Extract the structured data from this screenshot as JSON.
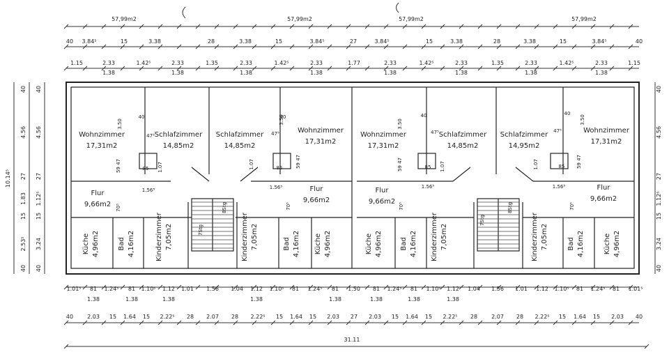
{
  "top_area_labels": [
    "57,99m2",
    "57,99m2",
    "57,99m2",
    "57,99m2"
  ],
  "top_dims_row1": [
    "40",
    "3.84⁵",
    "15",
    "3.38",
    "28",
    "3.38",
    "15",
    "3.84⁵",
    "27",
    "3.84⁵",
    "15",
    "3.38",
    "28",
    "3.38",
    "15",
    "3.84⁵",
    "40"
  ],
  "top_dims_row2_upper": [
    "1.15",
    "2.33",
    "1.42⁵",
    "2.33",
    "1.35",
    "2.33",
    "1.42⁵",
    "2.33",
    "1.77",
    "2.33",
    "1.42⁵",
    "2.33",
    "1.35",
    "2.33",
    "1.42⁵",
    "2.33",
    "1.15"
  ],
  "top_dims_row2_lower": [
    "1.38",
    "1.38",
    "1.38",
    "1.38",
    "1.38",
    "1.38",
    "1.38",
    "1.38"
  ],
  "bottom_dims_row1_upper": [
    "1.01⁵",
    "81",
    "1.24⁵",
    "81",
    "1.10⁵",
    "1.12",
    "1.01",
    "1.56",
    "1.04",
    "1.12",
    "1.10⁵",
    "81",
    "1.24⁵",
    "81",
    "1.50",
    "81",
    "1.24⁵",
    "81",
    "1.10⁵",
    "1.12",
    "1.04",
    "1.56",
    "1.01",
    "1.12",
    "1.10⁵",
    "81",
    "1.24⁵",
    "81",
    "1.01⁵"
  ],
  "bottom_dims_row1_lower": [
    "1.38",
    "1.38",
    "1.38",
    "1.38",
    "1.38",
    "1.38",
    "1.38",
    "1.38"
  ],
  "bottom_dims_row2": [
    "40",
    "2.03",
    "15",
    "1.64",
    "15",
    "2.22⁵",
    "28",
    "2.07",
    "28",
    "2.22⁵",
    "15",
    "1.64",
    "15",
    "2.03",
    "27",
    "2.03",
    "15",
    "1.64",
    "15",
    "2.22⁵",
    "28",
    "2.07",
    "28",
    "2.22⁵",
    "15",
    "1.64",
    "15",
    "2.03",
    "40"
  ],
  "total_length": "31.11",
  "left_dims_outer": [
    "40",
    "4.56",
    "27",
    "1.83",
    "15",
    "2.53⁵",
    "40"
  ],
  "left_dims_inner": [
    "40",
    "4.56",
    "27",
    "1.12⁵",
    "15",
    "3.24",
    "40"
  ],
  "left_total": "10.14⁵",
  "right_dims": [
    "40",
    "4.56",
    "27",
    "1.12⁵",
    "15",
    "3.24",
    "40"
  ],
  "rooms": [
    {
      "name": "Wohnzimmer",
      "area": "17,31m2"
    },
    {
      "name": "Schlafzimmer",
      "area": "14,85m2"
    },
    {
      "name": "Schlafzimmer",
      "area": "14,85m2"
    },
    {
      "name": "Wohnzimmer",
      "area": "17,31m2"
    },
    {
      "name": "Wohnzimmer",
      "area": "17,31m2"
    },
    {
      "name": "Schlafzimmer",
      "area": "14,85m2"
    },
    {
      "name": "Schlafzimmer",
      "area": "14,95m2"
    },
    {
      "name": "Wohnzimmer",
      "area": "17,31m2"
    },
    {
      "name": "Flur",
      "area": "9,66m2"
    },
    {
      "name": "Flur",
      "area": "9,66m2"
    },
    {
      "name": "Flur",
      "area": "9,66m2"
    },
    {
      "name": "Flur",
      "area": "9,66m2"
    },
    {
      "name": "Küche",
      "area": "4,96m2"
    },
    {
      "name": "Bad",
      "area": "4,16m2"
    },
    {
      "name": "Kinderzimmer",
      "area": "7,05m2"
    },
    {
      "name": "Kinderzimmer",
      "area": "7,05m2"
    },
    {
      "name": "Bad",
      "area": "4,16m2"
    },
    {
      "name": "Küche",
      "area": "4,96m2"
    },
    {
      "name": "Küche",
      "area": "4,96m2"
    },
    {
      "name": "Bad",
      "area": "4,16m2"
    },
    {
      "name": "Kinderzimmer",
      "area": "7,05m2"
    },
    {
      "name": "Kinderzimmer",
      "area": "7,05m2"
    },
    {
      "name": "Bad",
      "area": "4,16m2"
    },
    {
      "name": "Küche",
      "area": "4,96m2"
    }
  ],
  "misc_labels": {
    "d350": "3.50",
    "d40": "40",
    "d475": "47⁵",
    "d85": "85",
    "d107": "1.07",
    "d5947": "59 47",
    "d1565": "1.56⁵",
    "d705": "70⁵",
    "stair_a": "8Stg",
    "stair_b": "7Stg"
  }
}
